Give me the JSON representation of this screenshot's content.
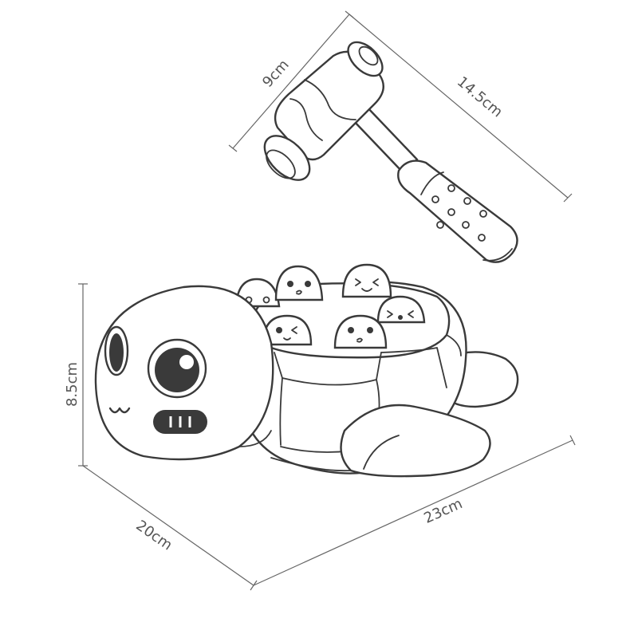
{
  "dimensions": {
    "hammer_head": "9cm",
    "hammer_length": "14.5cm",
    "toy_height": "8.5cm",
    "toy_depth": "20cm",
    "toy_width": "23cm"
  },
  "colors": {
    "line": "#3a3a3a",
    "dimension": "#666666",
    "background": "#ffffff"
  },
  "icons": {
    "hammer": "hammer-icon",
    "turtle": "turtle-icon"
  }
}
